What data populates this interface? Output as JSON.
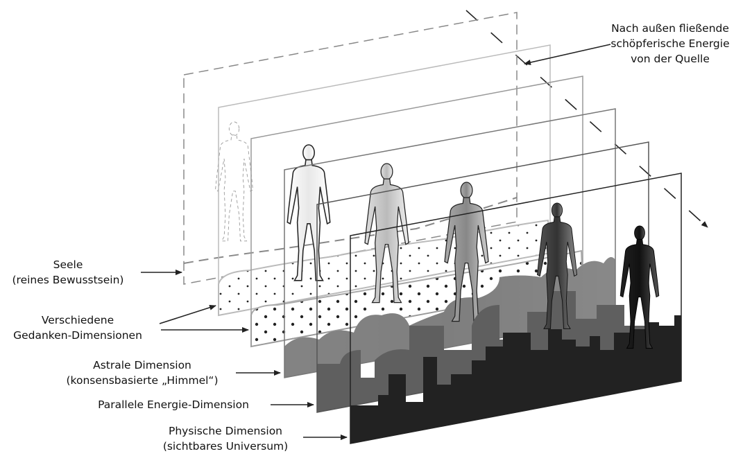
{
  "labels": {
    "energy": [
      "Nach außen fließende",
      "schöpferische Energie",
      "von der Quelle"
    ],
    "soul": [
      "Seele",
      "(reines Bewusstsein)"
    ],
    "thought": [
      "Verschiedene",
      "Gedanken-Dimensionen"
    ],
    "astral": [
      "Astrale Dimension",
      "(konsensbasierte „Himmel“)"
    ],
    "parallel": [
      "Parallele Energie-Dimension"
    ],
    "physical": [
      "Physische Dimension",
      "(sichtbares Universum)"
    ]
  },
  "colors": {
    "soul_plane": "#8a8a8a",
    "thought_plane": "#bbbbbb",
    "astral_ground": "#7d7d7d",
    "parallel_ground": "#5f5f5f",
    "physical_ground": "#222222"
  }
}
